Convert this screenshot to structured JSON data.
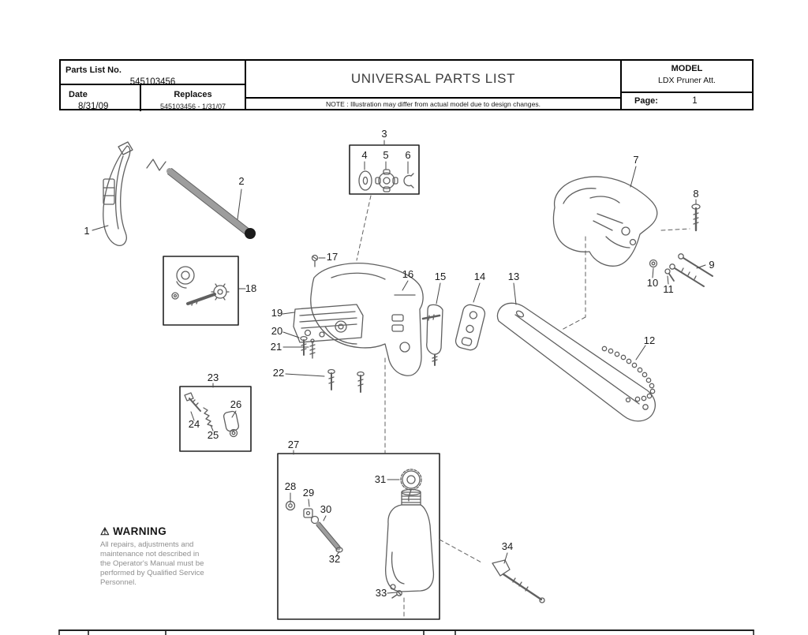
{
  "header": {
    "parts_list_no_label": "Parts List No.",
    "parts_list_no_value": "545103456",
    "date_label": "Date",
    "date_value": "8/31/09",
    "replaces_label": "Replaces",
    "replaces_value": "545103456 - 1/31/07",
    "title": "UNIVERSAL PARTS LIST",
    "note": "NOTE : Illustration may differ from actual model due to design changes.",
    "model_label": "MODEL",
    "model_value": "LDX Pruner Att.",
    "page_label": "Page:",
    "page_value": "1"
  },
  "warning": {
    "icon": "warning-triangle",
    "title": "WARNING",
    "lines": [
      "All repairs, adjustments and",
      "maintenance not described in",
      "the Operator's Manual must be",
      "performed by Qualified Service",
      "Personnel."
    ]
  },
  "diagram": {
    "description": "Exploded parts view of LDX pruner attachment",
    "callouts": {
      "c1": "1",
      "c2": "2",
      "c3": "3",
      "c4": "4",
      "c5": "5",
      "c6": "6",
      "c7": "7",
      "c8": "8",
      "c9": "9",
      "c10": "10",
      "c11": "11",
      "c12": "12",
      "c13": "13",
      "c14": "14",
      "c15": "15",
      "c16": "16",
      "c17": "17",
      "c18": "18",
      "c19": "19",
      "c20": "20",
      "c21": "21",
      "c22": "22",
      "c23": "23",
      "c24": "24",
      "c25": "25",
      "c26": "26",
      "c27": "27",
      "c28": "28",
      "c29": "29",
      "c30": "30",
      "c31": "31",
      "c32": "32",
      "c33": "33",
      "c34": "34"
    }
  },
  "colors": {
    "line_art": "#606060",
    "border": "#000000",
    "warning_text": "#8f8f8f",
    "callout_text": "#1c1c1c"
  }
}
